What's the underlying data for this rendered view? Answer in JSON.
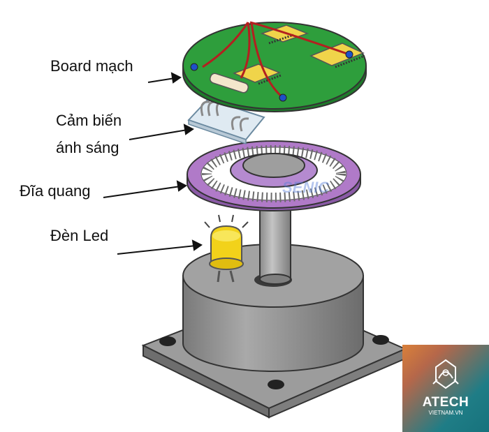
{
  "labels": {
    "board": "Board mạch",
    "sensor_line1": "Cảm biến",
    "sensor_line2": "ánh sáng",
    "disc": "Đĩa quang",
    "led": "Đèn Led"
  },
  "logo": {
    "brand": "ATECH",
    "sub": "VIETNAM.VN"
  },
  "colors": {
    "board": "#2e9e3c",
    "disc": "#b07ac8",
    "motor": "#8a8a8a",
    "led": "#f2d21a",
    "wire": "#b32020"
  }
}
